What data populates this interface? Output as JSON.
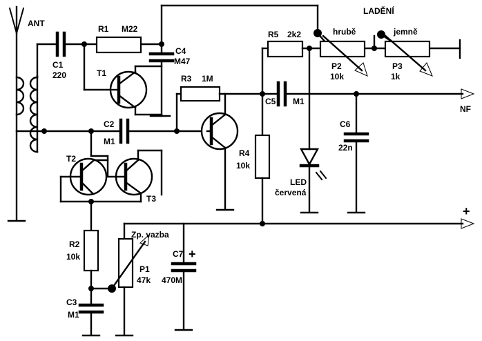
{
  "labels": {
    "ant": "ANT",
    "ladeni": "LADĚNÍ",
    "hrube": "hrubě",
    "jemne": "jemně",
    "nf": "NF",
    "plus": "+",
    "zp_vazba": "Zp. vazba",
    "led": "LED",
    "led_color": "červená"
  },
  "components": {
    "c1": {
      "name": "C1",
      "value": "220"
    },
    "r1": {
      "name": "R1",
      "value": "M22"
    },
    "c4": {
      "name": "C4",
      "value": "M47"
    },
    "t1": {
      "name": "T1"
    },
    "r3": {
      "name": "R3",
      "value": "1M"
    },
    "r5": {
      "name": "R5",
      "value": "2k2"
    },
    "p2": {
      "name": "P2",
      "value": "10k"
    },
    "p3": {
      "name": "P3",
      "value": "1k"
    },
    "c5": {
      "name": "C5",
      "value": "M1"
    },
    "c2": {
      "name": "C2",
      "value": "M1"
    },
    "c6": {
      "name": "C6",
      "value": "22n"
    },
    "t2": {
      "name": "T2"
    },
    "t3": {
      "name": "T3"
    },
    "r4": {
      "name": "R4",
      "value": "10k"
    },
    "r2": {
      "name": "R2",
      "value": "10k"
    },
    "p1": {
      "name": "P1",
      "value": "47k"
    },
    "c7": {
      "name": "C7",
      "value": "470M",
      "polarity": "+"
    },
    "c3": {
      "name": "C3",
      "value": "M1"
    }
  }
}
